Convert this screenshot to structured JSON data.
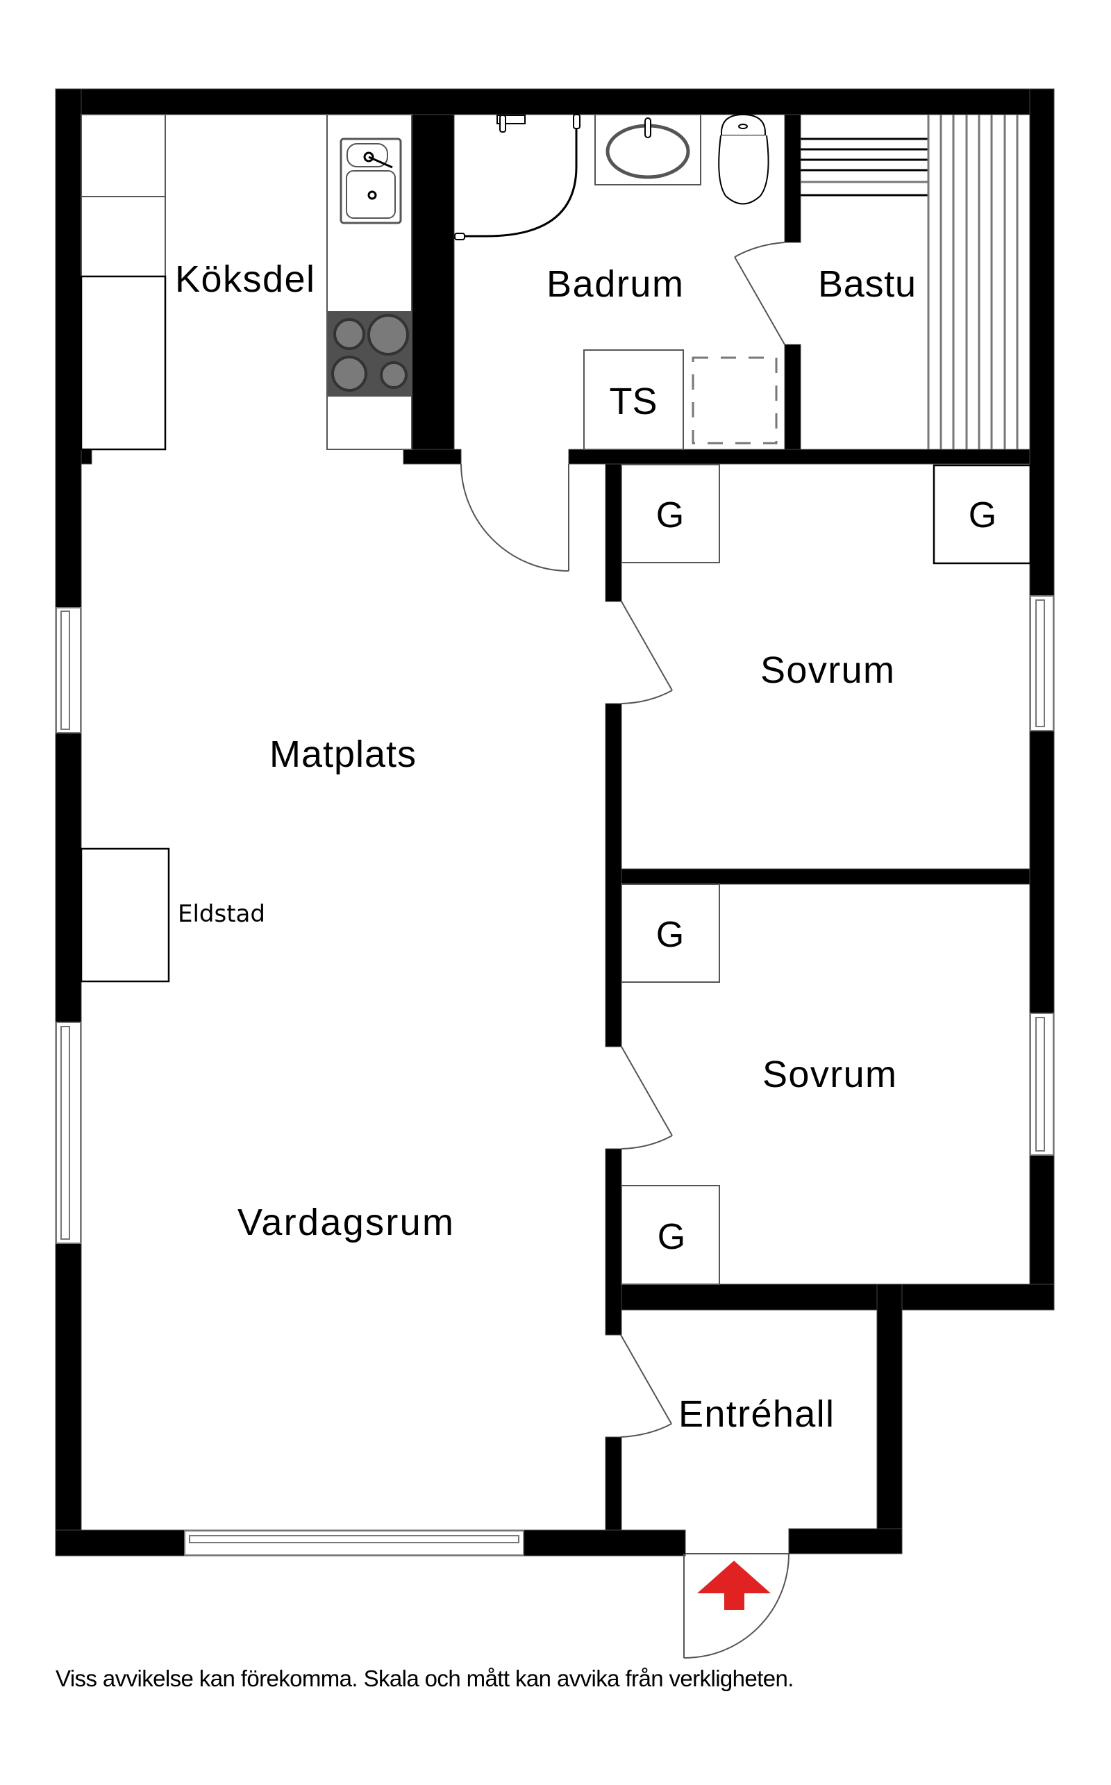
{
  "plan": {
    "rooms": [
      {
        "id": "koksdel",
        "label": "Köksdel"
      },
      {
        "id": "badrum",
        "label": "Badrum"
      },
      {
        "id": "bastu",
        "label": "Bastu"
      },
      {
        "id": "matplats",
        "label": "Matplats"
      },
      {
        "id": "vardagsrum",
        "label": "Vardagsrum"
      },
      {
        "id": "sovrum1",
        "label": "Sovrum"
      },
      {
        "id": "sovrum2",
        "label": "Sovrum"
      },
      {
        "id": "entrehall",
        "label": "Entréhall"
      }
    ],
    "fixtures": {
      "fireplace_label": "Eldstad",
      "washer_label": "TS",
      "wardrobe_label": "G"
    },
    "entrance_arrow_color": "#e02222",
    "stove_color": "#505050"
  },
  "footer": {
    "disclaimer": "Viss avvikelse kan förekomma. Skala och mått kan avvika från verkligheten."
  }
}
